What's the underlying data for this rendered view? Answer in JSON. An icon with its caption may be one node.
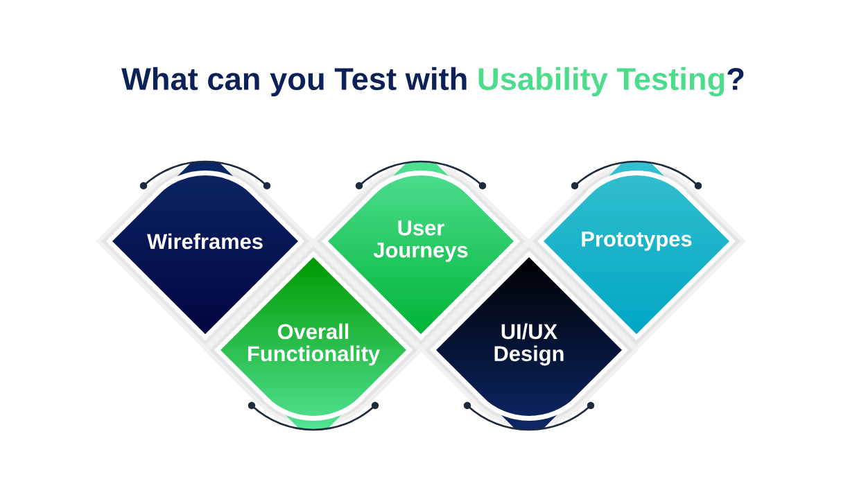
{
  "diagram": {
    "title": "What can you Test with **Usability Testing**?",
    "nodes": [
      {
        "text": [
          "Wireframes"
        ]
      },
      {
        "text": [
          "Overall Functionality"
        ]
      },
      {
        "text": [
          "User Journeys"
        ]
      },
      {
        "text": [
          "UI/UX Design"
        ]
      },
      {
        "text": [
          "Prototypes"
        ]
      }
    ]
  }
}
